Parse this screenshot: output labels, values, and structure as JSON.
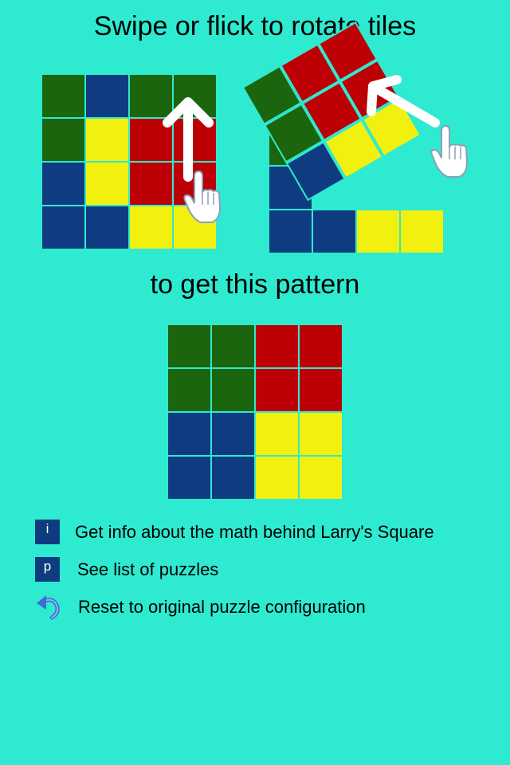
{
  "title": "Swipe or flick to rotate tiles",
  "subtitle": "to get this pattern",
  "colors": {
    "background": "#2eead0",
    "green": "#1b650e",
    "blue": "#0f3c80",
    "red": "#bd0005",
    "yellow": "#f2f00f",
    "button": "#0f3c80",
    "arrow": "#ffffff"
  },
  "demo1": {
    "gesture": "swipe-up",
    "icons": [
      "up-arrow-icon",
      "hand-pointer-icon"
    ],
    "grid": [
      [
        "green",
        "blue",
        "green",
        "green"
      ],
      [
        "green",
        "yellow",
        "red",
        "red"
      ],
      [
        "blue",
        "yellow",
        "red",
        "red"
      ],
      [
        "blue",
        "blue",
        "yellow",
        "yellow"
      ]
    ]
  },
  "demo2": {
    "gesture": "rotate-quadrant",
    "icons": [
      "diagonal-arrow-icon",
      "hand-pointer-icon"
    ]
  },
  "target": {
    "grid": [
      [
        "green",
        "green",
        "red",
        "red"
      ],
      [
        "green",
        "green",
        "red",
        "red"
      ],
      [
        "blue",
        "blue",
        "yellow",
        "yellow"
      ],
      [
        "blue",
        "blue",
        "yellow",
        "yellow"
      ]
    ]
  },
  "help": {
    "info": {
      "button_label": "i",
      "text": "Get info about the math behind Larry's Square"
    },
    "puzzles": {
      "button_label": "p",
      "text": "See list of puzzles"
    },
    "reset": {
      "icon": "undo-icon",
      "text": "Reset to original puzzle configuration"
    }
  }
}
